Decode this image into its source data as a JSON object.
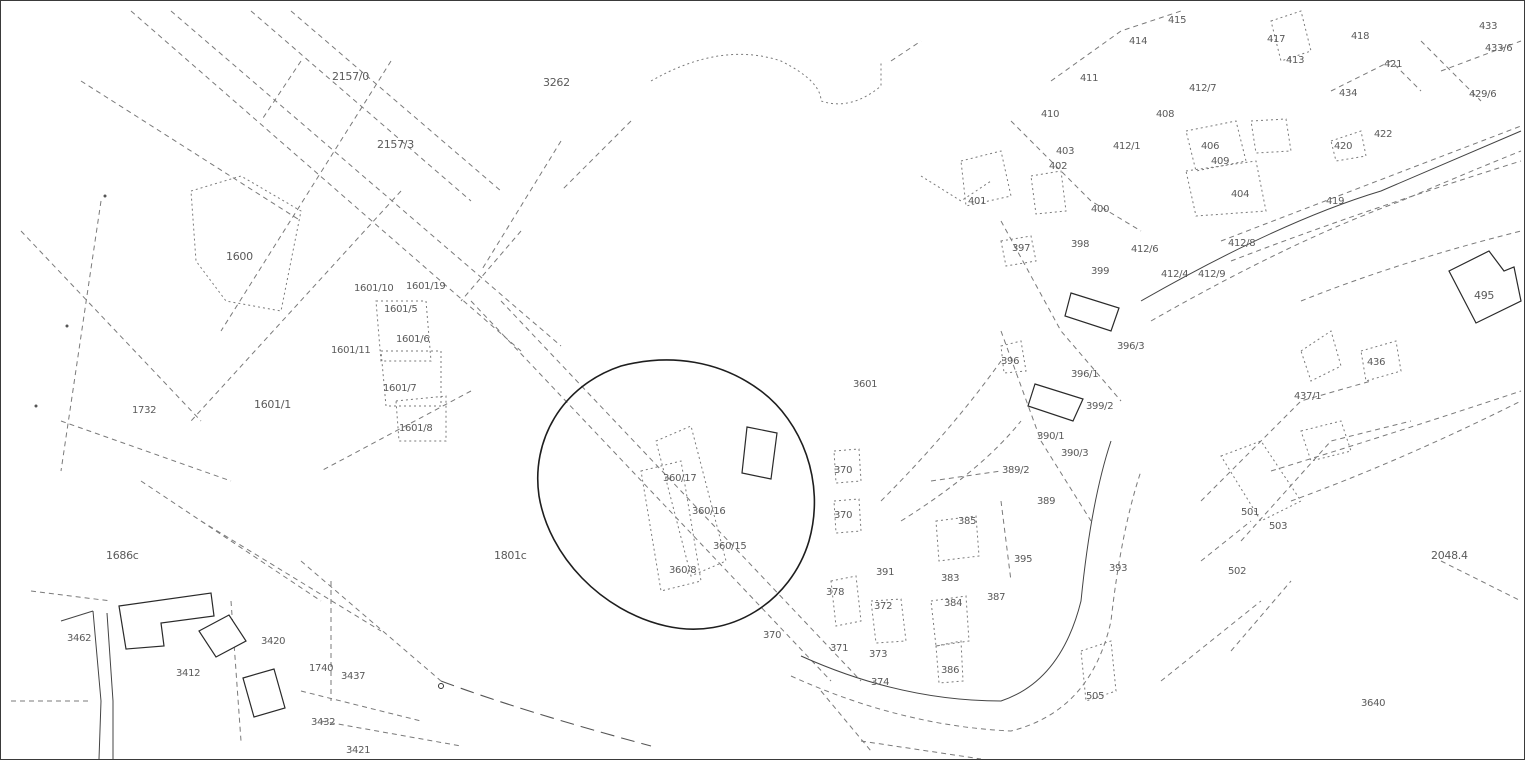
{
  "colors": {
    "line": "#6b6b6b",
    "ink": "#1e1e1e",
    "text": "#5a5a5a",
    "background": "#ffffff"
  },
  "labels": {
    "l2157_0": "2157/0",
    "l3262": "3262",
    "l2157_3": "2157/3",
    "l1600": "1600",
    "l1601_10": "1601/10",
    "l1601_19": "1601/19",
    "l1601_5": "1601/5",
    "l1601_6": "1601/6",
    "l1601_11": "1601/11",
    "l1601_7": "1601/7",
    "l1601_8": "1601/8",
    "l1601_1": "1601/1",
    "l1686c": "1686c",
    "l1801c": "1801c",
    "l3601": "3601",
    "l360_17": "360/17",
    "l360_16": "360/16",
    "l360_15": "360/15",
    "l360_8": "360/8",
    "l370a": "370",
    "l370b": "370",
    "l370c": "370",
    "l371": "371",
    "l372": "372",
    "l373": "373",
    "l374": "374",
    "l378": "378",
    "l383": "383",
    "l384": "384",
    "l385": "385",
    "l386": "386",
    "l387": "387",
    "l389": "389",
    "l389_2": "389/2",
    "l390_1": "390/1",
    "l390_3": "390/3",
    "l391": "391",
    "l393": "393",
    "l395": "395",
    "l396": "396",
    "l396_1": "396/1",
    "l396_3": "396/3",
    "l397": "397",
    "l398": "398",
    "l399": "399",
    "l399_2": "399/2",
    "l400": "400",
    "l401": "401",
    "l402": "402",
    "l403": "403",
    "l404": "404",
    "l406": "406",
    "l408": "408",
    "l409": "409",
    "l410": "410",
    "l411": "411",
    "l412_1": "412/1",
    "l412_4": "412/4",
    "l412_6": "412/6",
    "l412_7": "412/7",
    "l412_8": "412/8",
    "l412_9": "412/9",
    "l413": "413",
    "l414": "414",
    "l415": "415",
    "l417": "417",
    "l418": "418",
    "l419": "419",
    "l420": "420",
    "l421": "421",
    "l422": "422",
    "l429_6": "429/6",
    "l433": "433",
    "l433_6": "433/6",
    "l434": "434",
    "l436": "436",
    "l437_1": "437/1",
    "l495": "495",
    "l501": "501",
    "l502": "502",
    "l503": "503",
    "l505": "505",
    "l2048_4": "2048.4",
    "l3462": "3462",
    "l3420": "3420",
    "l3412": "3412",
    "l3432": "3432",
    "l3421": "3421",
    "l3437": "3437",
    "l1732": "1732",
    "l1740": "1740",
    "l3640": "3640"
  }
}
